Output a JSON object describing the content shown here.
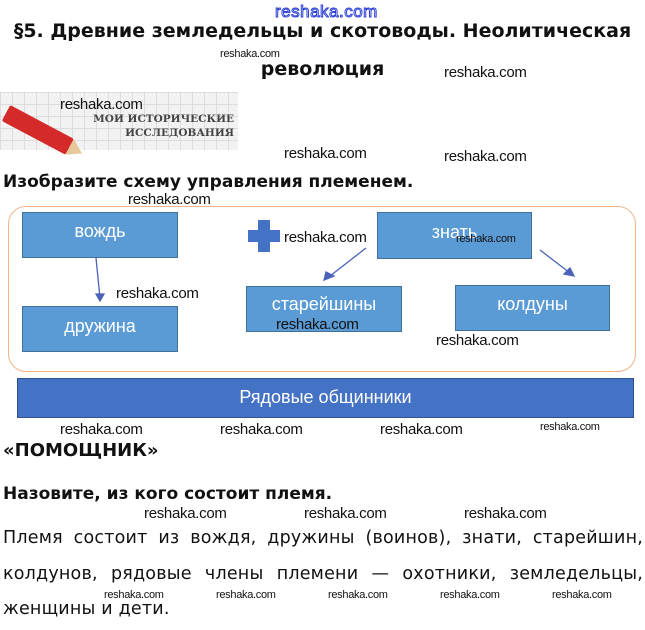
{
  "watermark": "reshaka.com",
  "title_line1": "§5. Древние земледельцы и скотоводы. Неолитическая",
  "title_line2": "революция",
  "banner": {
    "line1": "МОИ ИСТОРИЧЕСКИЕ",
    "line2": "ИССЛЕДОВАНИЯ"
  },
  "task1": "Изобразите схему управления племенем.",
  "diagram": {
    "chief": "вождь",
    "squad": "дружина",
    "nobility": "знать",
    "elders": "старейшины",
    "sorcerers": "колдуны",
    "commoners": "Рядовые общинники",
    "colors": {
      "box": "#5b9bd5",
      "bar": "#4472c4",
      "frame": "#f0b48a"
    }
  },
  "helper_heading": "«ПОМОЩНИК»",
  "task2": "Назовите, из кого состоит племя.",
  "answer": "Племя состоит из вождя, дружины (воинов), знати, старейшин, колдунов, рядовые члены племени — охотники, земледельцы, женщины и дети."
}
